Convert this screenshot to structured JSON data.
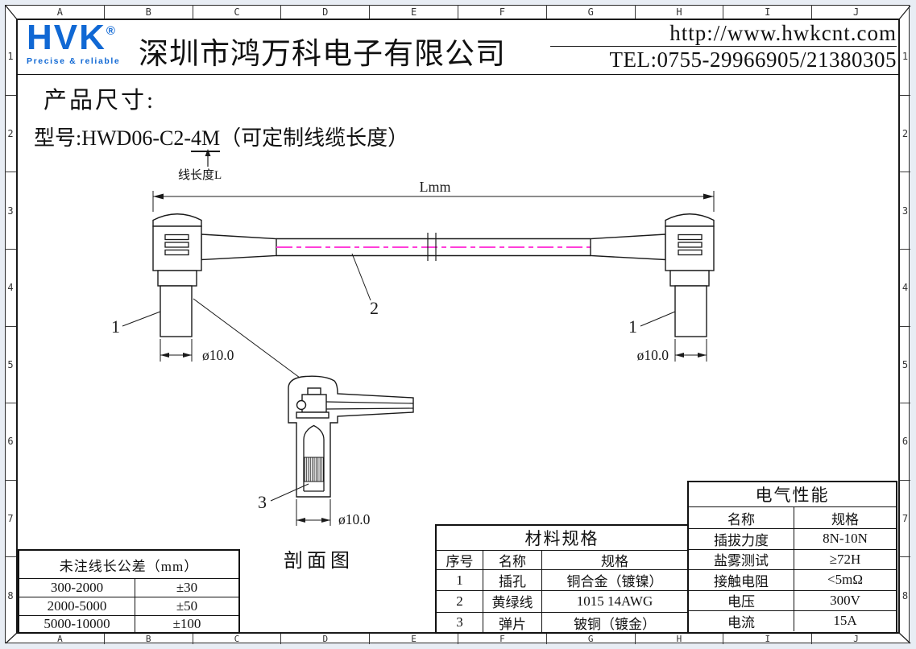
{
  "frame": {
    "columns": [
      "A",
      "B",
      "C",
      "D",
      "E",
      "F",
      "G",
      "H",
      "I",
      "J"
    ],
    "rows": [
      "1",
      "2",
      "3",
      "4",
      "5",
      "6",
      "7",
      "8"
    ]
  },
  "header": {
    "logo_text": "HVK",
    "logo_registered": "®",
    "logo_tagline": "Precise & reliable",
    "logo_color": "#1068d4",
    "company": "深圳市鸿万科电子有限公司",
    "website": "http://www.hwkcnt.com",
    "tel": "TEL:0755-29966905/21380305"
  },
  "title": {
    "section": "产品尺寸:",
    "model_prefix": "型号:HWD06-C2-",
    "model_length": "4M",
    "model_suffix": "（可定制线缆长度）",
    "length_note": "线长度L"
  },
  "drawing": {
    "dim_length_label": "Lmm",
    "dia_label_left": "ø10.0",
    "dia_label_right": "ø10.0",
    "dia_label_section": "ø10.0",
    "callout_plug_left": "1",
    "callout_plug_right": "1",
    "callout_cable": "2",
    "callout_spring": "3",
    "section_caption": "剖面图",
    "cable_centerline_color": "#ff3fd8",
    "line_color": "#1a1a1a"
  },
  "tables": {
    "tolerance": {
      "title": "未注线长公差（mm）",
      "rows": [
        [
          "300-2000",
          "±30"
        ],
        [
          "2000-5000",
          "±50"
        ],
        [
          "5000-10000",
          "±100"
        ]
      ]
    },
    "material": {
      "title": "材料规格",
      "headers": [
        "序号",
        "名称",
        "规格"
      ],
      "rows": [
        [
          "1",
          "插孔",
          "铜合金（镀镍）"
        ],
        [
          "2",
          "黄绿线",
          "1015 14AWG"
        ],
        [
          "3",
          "弹片",
          "铍铜（镀金）"
        ]
      ]
    },
    "electrical": {
      "title": "电气性能",
      "headers": [
        "名称",
        "规格"
      ],
      "rows": [
        [
          "插拔力度",
          "8N-10N"
        ],
        [
          "盐雾测试",
          "≥72H"
        ],
        [
          "接触电阻",
          "<5mΩ"
        ],
        [
          "电压",
          "300V"
        ],
        [
          "电流",
          "15A"
        ]
      ]
    }
  }
}
